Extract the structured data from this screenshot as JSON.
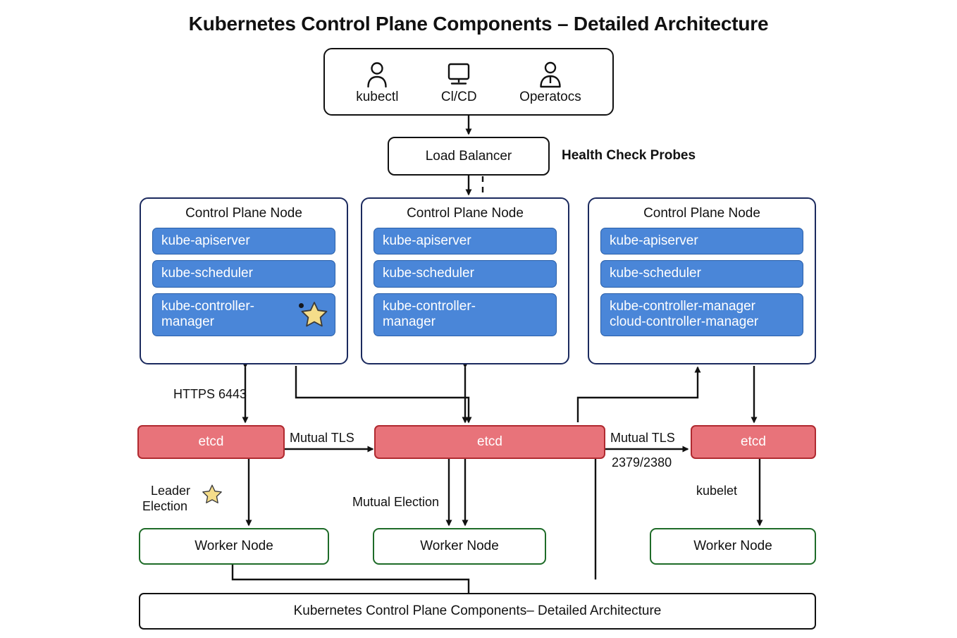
{
  "title": "Kubernetes Control Plane Components – Detailed Architecture",
  "clients": {
    "name": "clients-box",
    "items": [
      {
        "icon": "user-icon",
        "label": "kubectl"
      },
      {
        "icon": "monitor-icon",
        "label": "Cl/CD"
      },
      {
        "icon": "operator-person-icon",
        "label": "Operatocs"
      }
    ]
  },
  "load_balancer": {
    "label": "Load Balancer"
  },
  "health_check_label": "Health Check Probes",
  "control_plane_nodes": [
    {
      "title": "Control Plane Node",
      "components": [
        {
          "label": "kube-apiserver",
          "badge": "none"
        },
        {
          "label": "kube-scheduler",
          "badge": "none"
        },
        {
          "label": "kube-controller-manager",
          "lines": [
            "kube-controller-",
            "manager"
          ],
          "badge": "leader-star"
        }
      ]
    },
    {
      "title": "Control Plane Node",
      "components": [
        {
          "label": "kube-apiserver",
          "badge": "none"
        },
        {
          "label": "kube-scheduler",
          "badge": "none"
        },
        {
          "label": "kube-controller-manager",
          "lines": [
            "kube-controller-",
            "manager"
          ],
          "badge": "none"
        }
      ]
    },
    {
      "title": "Control Plane Node",
      "components": [
        {
          "label": "kube-apiserver",
          "badge": "none"
        },
        {
          "label": "kube-scheduler",
          "badge": "none"
        },
        {
          "label": "kube-controller-manager / cloud-controller-manager",
          "lines": [
            "kube-controller-manager",
            "cloud-controller-manager"
          ],
          "badge": "none"
        }
      ]
    }
  ],
  "etcd_nodes": [
    {
      "label": "etcd"
    },
    {
      "label": "etcd"
    },
    {
      "label": "etcd"
    }
  ],
  "worker_nodes": [
    {
      "label": "Worker Node"
    },
    {
      "label": "Worker Node"
    },
    {
      "label": "Worker Node"
    }
  ],
  "edge_labels": {
    "https_6443": "HTTPS 6443",
    "mutual_tls_left": "Mutual TLS",
    "mutual_tls_right": "Mutual TLS",
    "etcd_ports": "2379/2380",
    "leader_election": "Leader",
    "leader_election_2": "Election",
    "mutual_election": "Mutual Election",
    "kubelet": "kubelet"
  },
  "footer_bar": {
    "label": "Kubernetes Control Plane Components– Detailed Architecture"
  },
  "colors": {
    "component_blue": "#4a86d8",
    "component_blue_border": "#2a5fa8",
    "etcd_red": "#e8737a",
    "etcd_red_border": "#b02a30",
    "worker_green_border": "#1e6b28",
    "control_plane_border": "#1b2a5e",
    "star_yellow": "#f5dd8a",
    "line_black": "#111111"
  }
}
